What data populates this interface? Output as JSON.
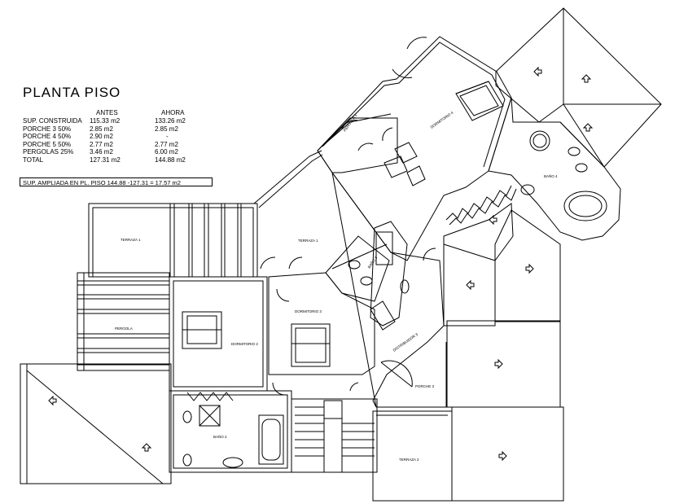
{
  "title": "PLANTA PISO",
  "table": {
    "headers": [
      "ANTES",
      "AHORA"
    ],
    "rows": [
      {
        "label": "SUP. CONSTRUIDA",
        "antes": "115.33 m2",
        "ahora": "133.26 m2"
      },
      {
        "label": "PORCHE 3 50%",
        "antes": "2.85 m2",
        "ahora": "2.85 m2"
      },
      {
        "label": "PORCHE 4 50%",
        "antes": "2.90 m2",
        "ahora": "-"
      },
      {
        "label": "PORCHE 5 50%",
        "antes": "2.77 m2",
        "ahora": "2.77 m2"
      },
      {
        "label": "PERGOLAS 25%",
        "antes": "3.46 m2",
        "ahora": "6.00 m2"
      },
      {
        "label": "TOTAL",
        "antes": "127.31 m2",
        "ahora": "144.88 m2"
      }
    ]
  },
  "summary": "SUP. AMPLIADA EN PL. PISO  144.88 -127.31 = 17.57 m2",
  "rooms": {
    "terraza1_left": "TERRAZA 1",
    "terraza1_center": "TERRAZA 1",
    "pergola": "PERGOLA",
    "dormitorio2": "DORMITORIO 2",
    "dormitorio3": "DORMITORIO 3",
    "dormitorio4": "DORMITORIO 4",
    "bano2": "BAÑO 2",
    "bano3": "BAÑO 3",
    "bano4": "BAÑO 4",
    "pergola3": "PERGOLA 3",
    "distribuidor3": "DISTRIBUIDOR 3",
    "porche3": "PORCHE 3",
    "terraza2": "TERRAZA 2"
  },
  "colors": {
    "line": "#000000",
    "background": "#ffffff"
  }
}
